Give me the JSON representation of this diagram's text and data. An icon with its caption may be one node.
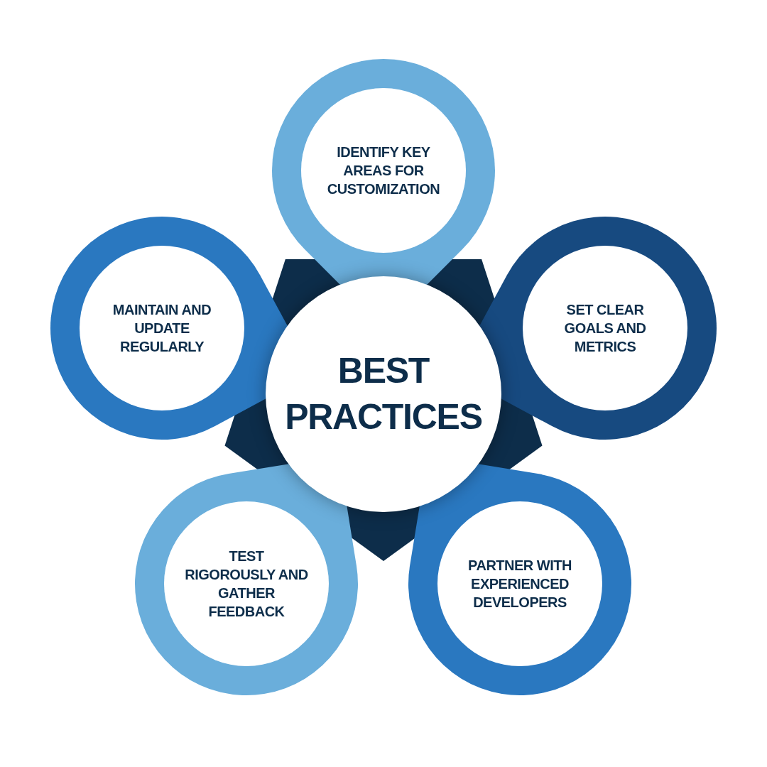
{
  "diagram": {
    "nodes": [
      {
        "text": [
          "BEST PRACTICES"
        ]
      },
      {
        "text": [
          "IDENTIFY KEY AREAS FOR CUSTOMIZATION"
        ]
      },
      {
        "text": [
          "MAINTAIN AND UPDATE REGULARLY"
        ]
      },
      {
        "text": [
          "SET CLEAR GOALS AND METRICS"
        ]
      },
      {
        "text": [
          "TEST RIGOROUSLY AND GATHER FEEDBACK"
        ]
      },
      {
        "text": [
          "PARTNER WITH EXPERIENCED DEVELOPERS"
        ]
      }
    ]
  }
}
